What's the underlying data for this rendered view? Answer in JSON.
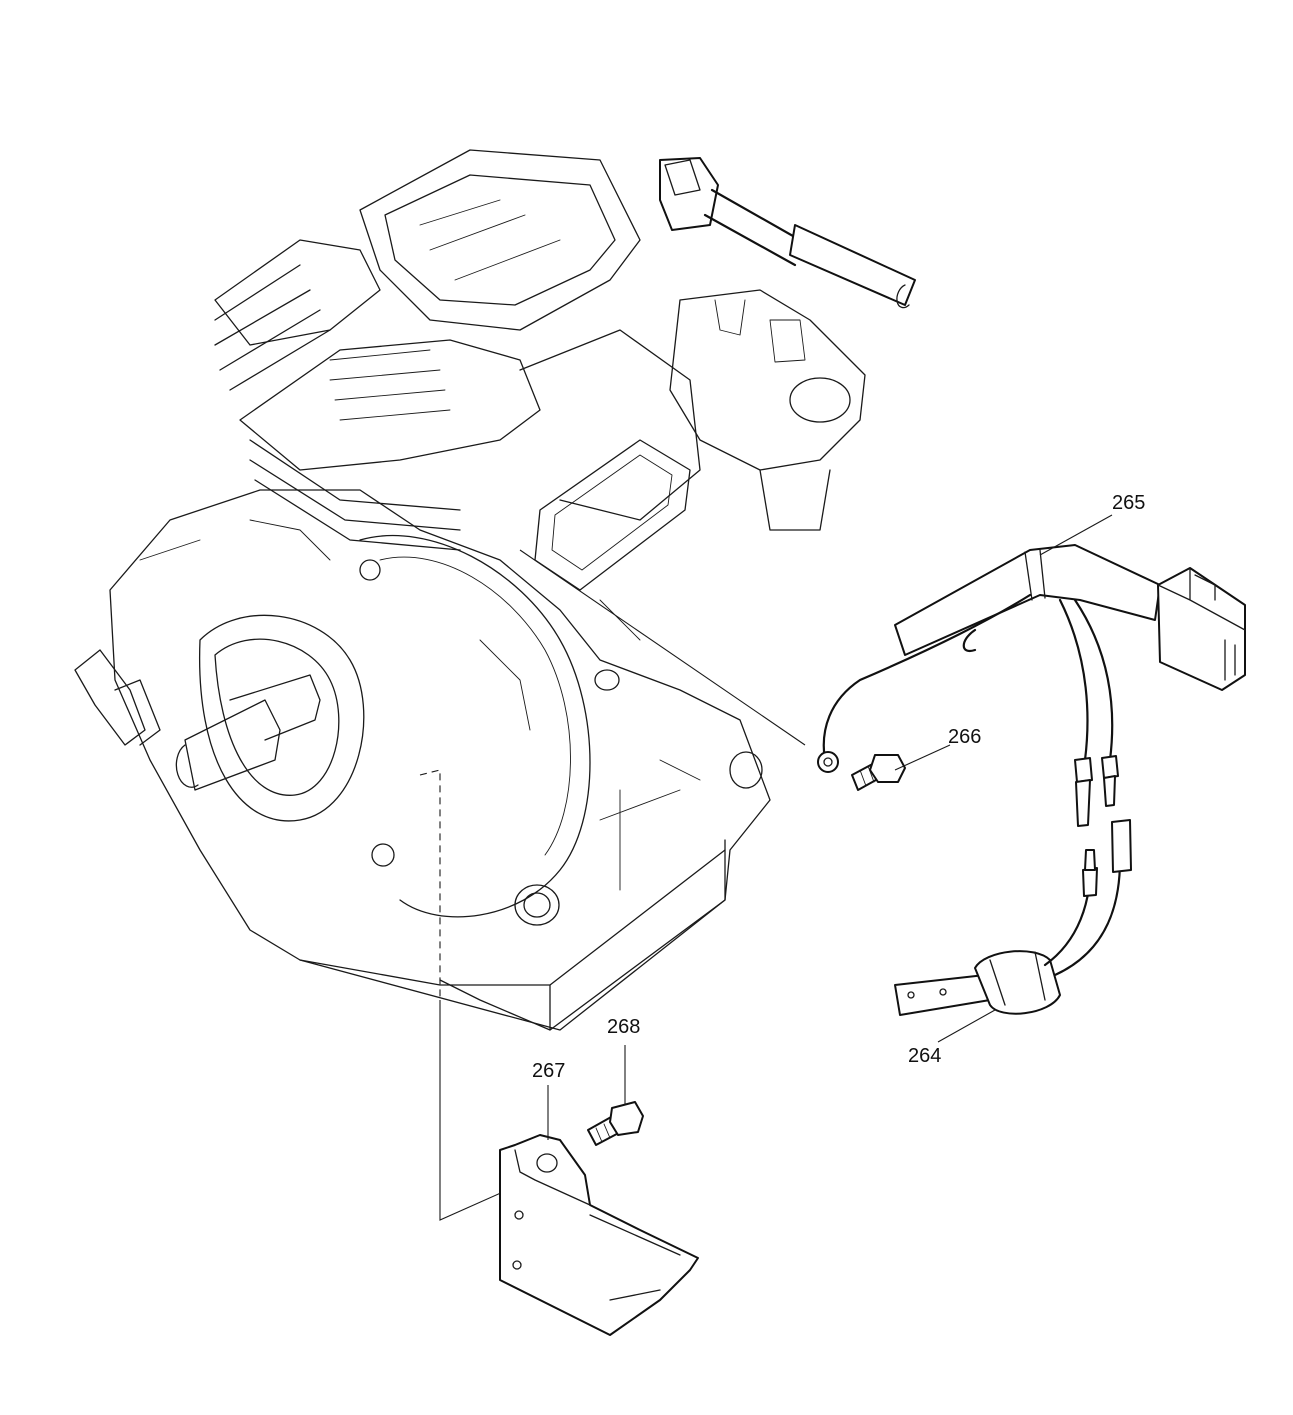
{
  "callouts": {
    "p264": "264",
    "p265": "265",
    "p266": "266",
    "p267": "267",
    "p268": "268"
  }
}
